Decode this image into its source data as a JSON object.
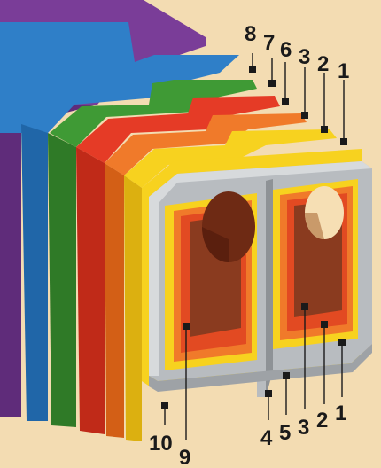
{
  "figure": {
    "callouts": {
      "top": [
        "8",
        "7",
        "6",
        "3",
        "2",
        "1"
      ],
      "bottom_right": [
        "4",
        "5",
        "3",
        "2",
        "1"
      ],
      "bottom_left": [
        "10",
        "9"
      ]
    }
  },
  "colors": {
    "background": "#f3dcb2",
    "layer_purple": "#7a3d98",
    "layer_blue": "#2f7fc8",
    "layer_green": "#3f9a35",
    "layer_red": "#e53b26",
    "layer_orange": "#f07a2a",
    "layer_yellow": "#f7d21f",
    "frame_gray": "#b8bcc0",
    "cavity_brown": "#8a3b1f",
    "hole_cream": "#f6dfb4"
  }
}
